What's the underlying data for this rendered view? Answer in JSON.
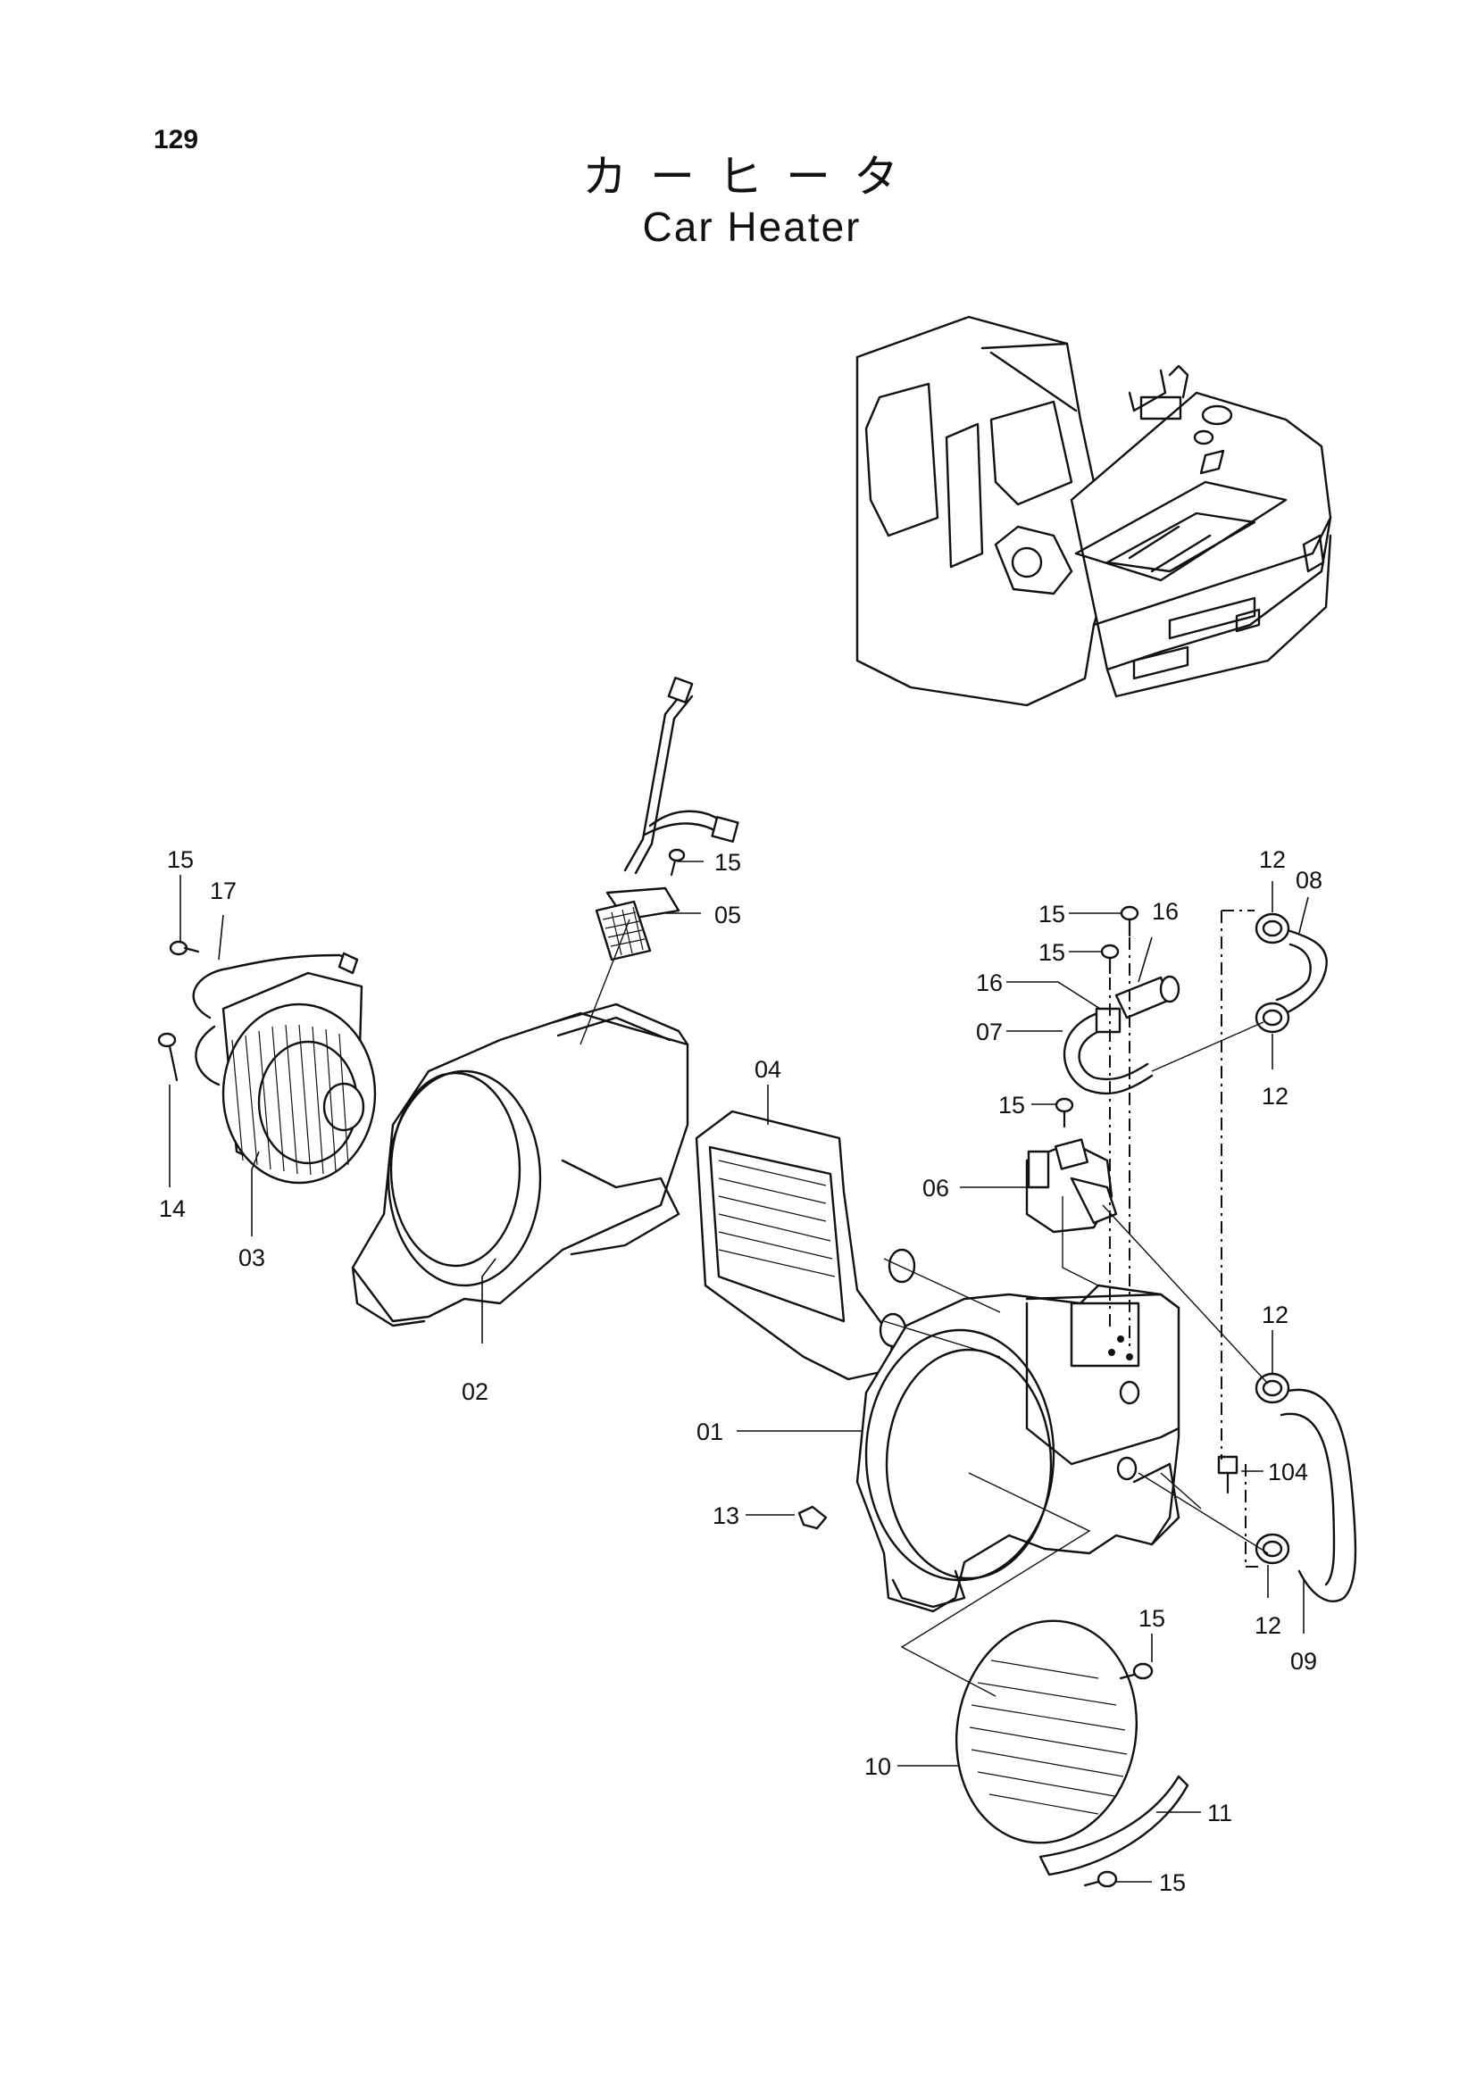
{
  "page_number": "129",
  "title_jp": "カーヒータ",
  "title_en": "Car Heater",
  "labels": {
    "p01": "01",
    "p02": "02",
    "p03": "03",
    "p04": "04",
    "p05": "05",
    "p06": "06",
    "p07": "07",
    "p08": "08",
    "p09": "09",
    "p10": "10",
    "p11": "11",
    "p12a": "12",
    "p12b": "12",
    "p12c": "12",
    "p12d": "12",
    "p13": "13",
    "p14": "14",
    "p15a": "15",
    "p15b": "15",
    "p15c": "15",
    "p15d": "15",
    "p15e": "15",
    "p15f": "15",
    "p15g": "15",
    "p16a": "16",
    "p16b": "16",
    "p17": "17",
    "p104": "104"
  }
}
